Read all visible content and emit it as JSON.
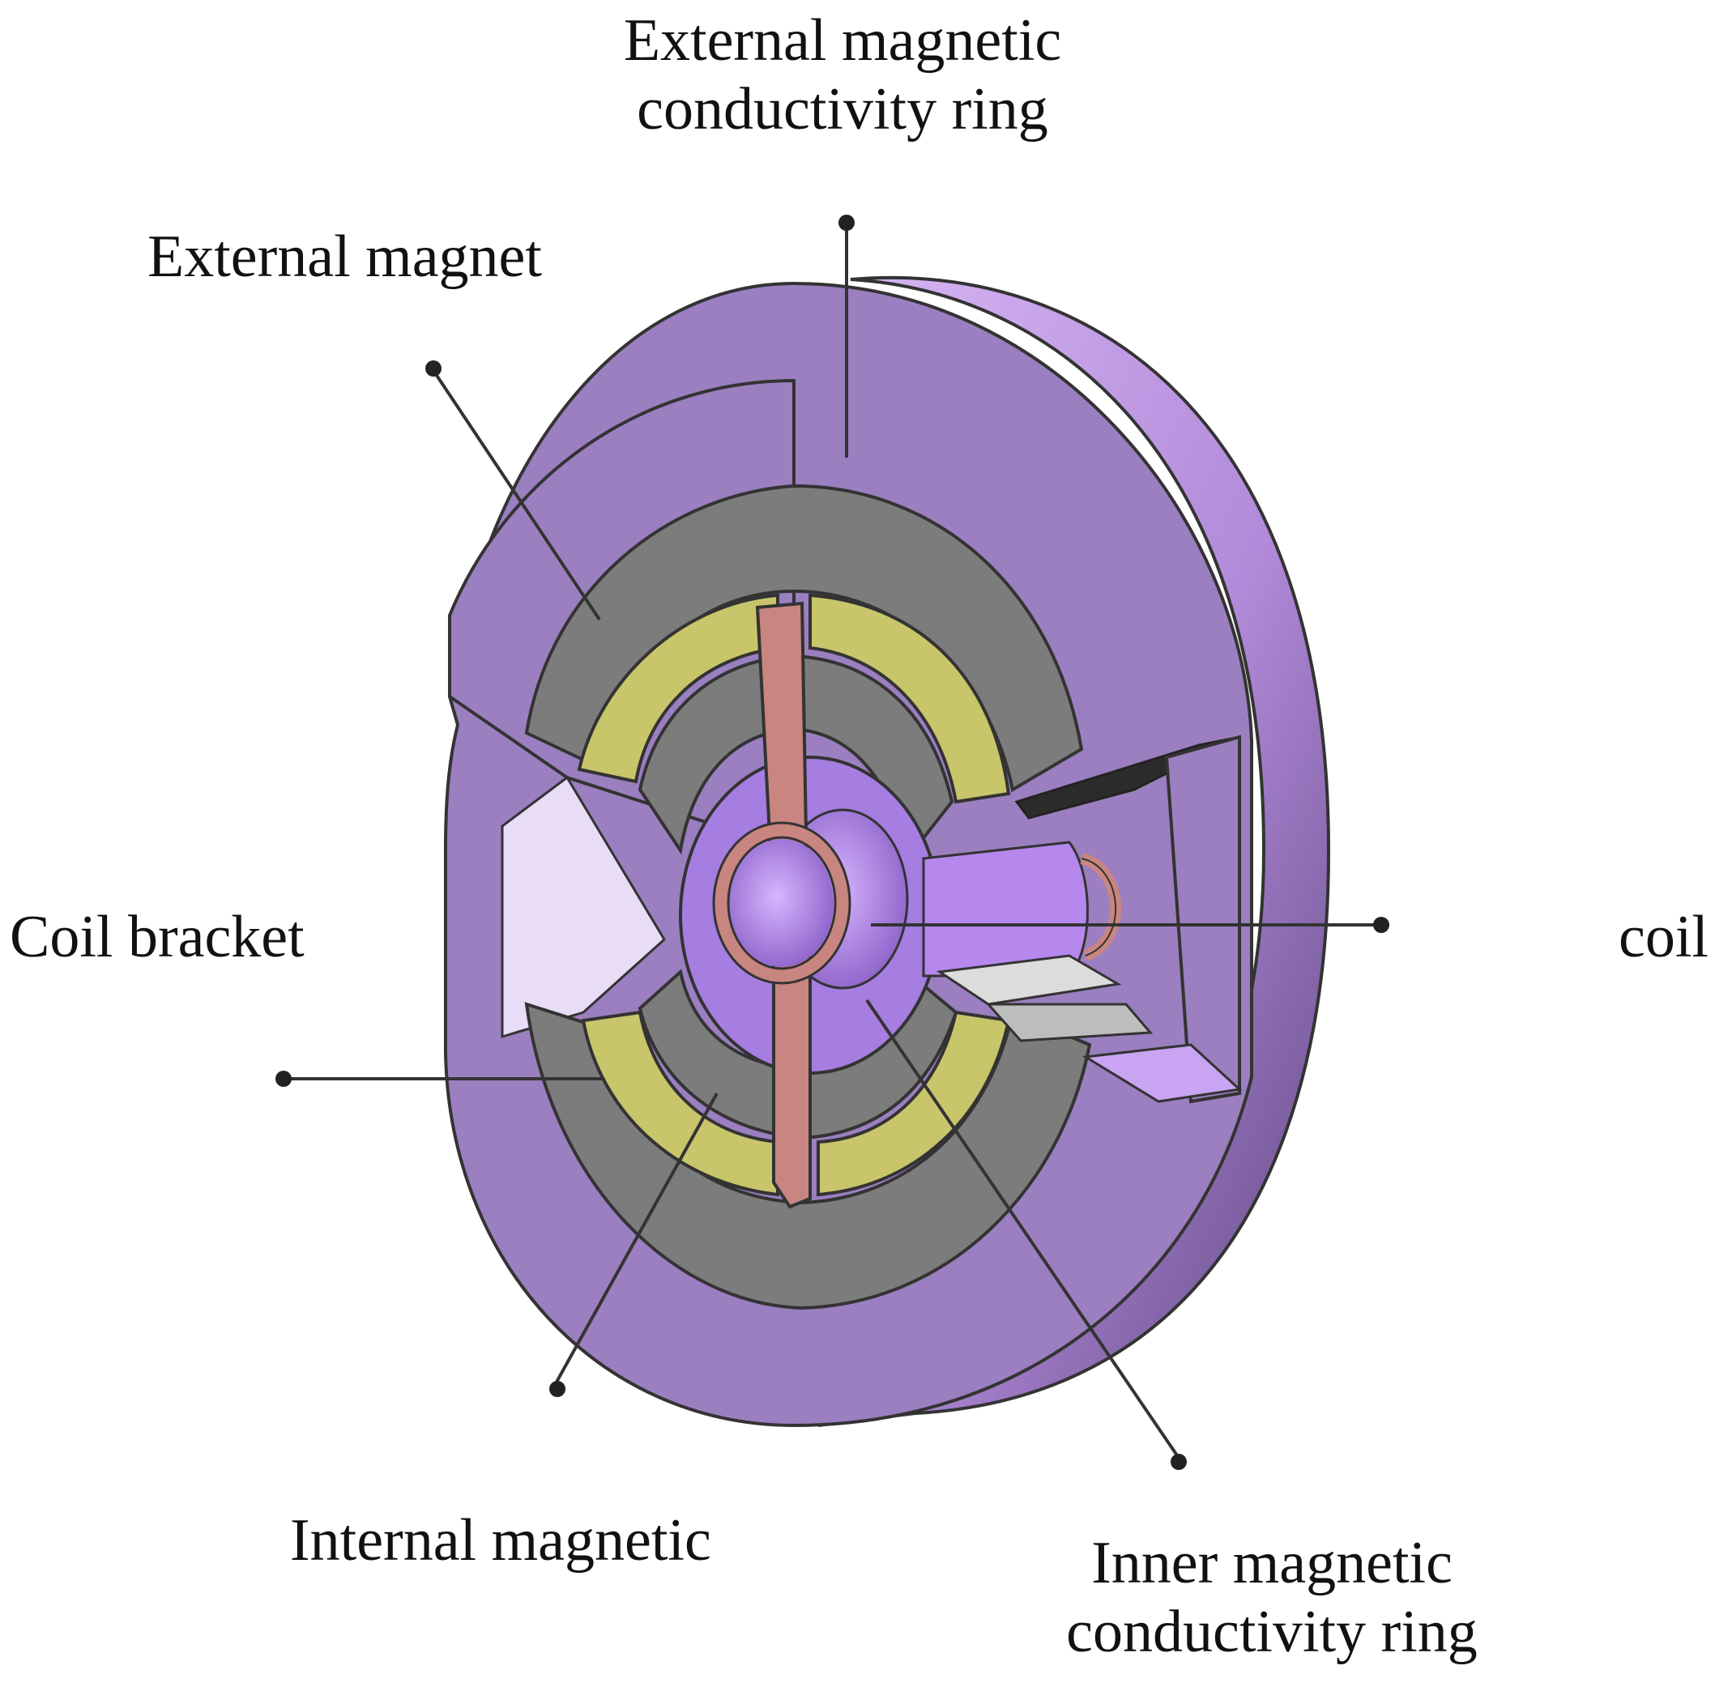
{
  "labels": {
    "external_ring": [
      "External magnetic",
      "conductivity ring"
    ],
    "external_magnet": "External magnet",
    "coil_bracket": "Coil bracket",
    "coil": "coil",
    "internal_magnetic": "Internal magnetic",
    "inner_ring": [
      "Inner magnetic",
      "conductivity ring"
    ]
  },
  "colors": {
    "outer_ring": "#9b7fc0",
    "outer_ring_side": "#c7a6ec",
    "outer_ring_dark": "#6d5690",
    "magnet_gray": "#7c7c7c",
    "coil_yellow": "#c8c56a",
    "bracket_pink": "#c98580",
    "inner_ring": "#a67de0",
    "leader": "#333333"
  }
}
